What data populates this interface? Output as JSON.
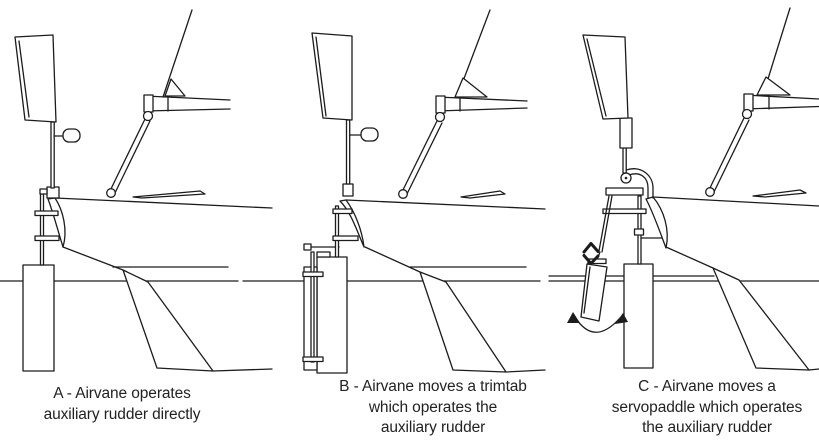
{
  "figure": {
    "colors": {
      "ink": "#1c1c1c",
      "background": "#ffffff"
    },
    "panels": [
      {
        "id": "A",
        "lines": [
          "A - Airvane operates",
          "auxiliary rudder directly"
        ]
      },
      {
        "id": "B",
        "lines": [
          "B - Airvane moves a trimtab",
          "which operates the",
          "auxiliary rudder"
        ]
      },
      {
        "id": "C",
        "lines": [
          "C - Airvane moves a",
          "servopaddle which operates",
          "the auxiliary rudder"
        ]
      }
    ]
  }
}
